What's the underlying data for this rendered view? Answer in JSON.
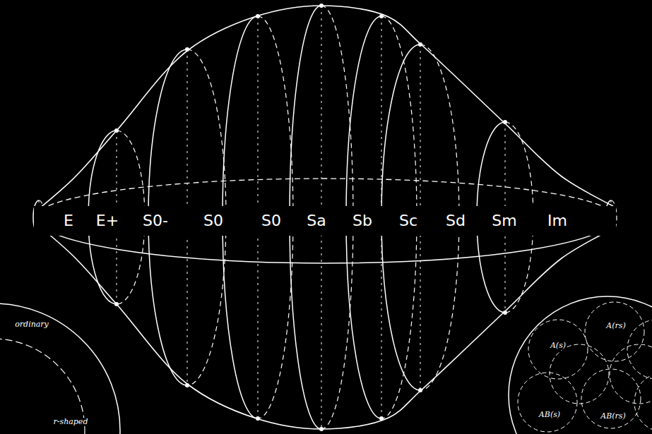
{
  "diagram": {
    "labels": [
      "E",
      "E+",
      "S0-",
      "S0",
      "S0",
      "Sa",
      "Sb",
      "Sc",
      "Sd",
      "Sm",
      "Im",
      "ordinary",
      "r-shaped",
      "A(rs)",
      "A(s)",
      "AB(s)",
      "AB(rs)"
    ]
  }
}
